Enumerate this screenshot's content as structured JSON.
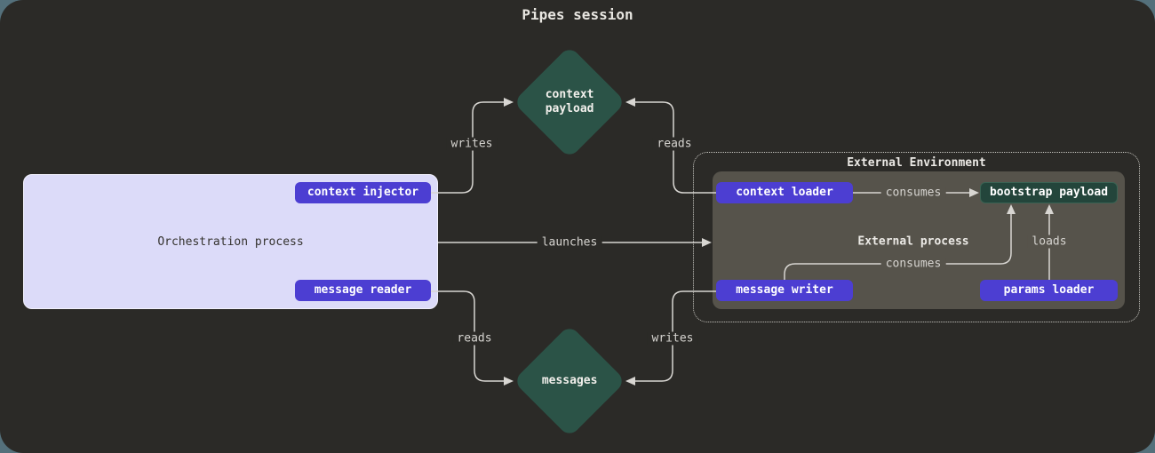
{
  "title": "Pipes session",
  "orchestration": {
    "label": "Orchestration process",
    "context_injector": "context injector",
    "message_reader": "message reader"
  },
  "external_environment": {
    "label": "External Environment",
    "process_label": "External process",
    "context_loader": "context loader",
    "bootstrap_payload": "bootstrap payload",
    "message_writer": "message writer",
    "params_loader": "params loader"
  },
  "nodes": {
    "context_payload": {
      "line1": "context",
      "line2": "payload"
    },
    "messages": "messages"
  },
  "edges": {
    "writes_top": "writes",
    "reads_top": "reads",
    "launches": "launches",
    "reads_bottom": "reads",
    "writes_bottom": "writes",
    "consumes_top": "consumes",
    "consumes_bottom": "consumes",
    "loads": "loads"
  },
  "colors": {
    "page_background": "#54707B",
    "canvas_background": "#2B2A27",
    "accent_purple": "#4C3ED2",
    "node_green": "#2B5347",
    "payload_green": "#23453B",
    "process_gray": "#56534B",
    "orchestration_lavender": "#DCDBF9",
    "line_gray": "#D8D6D2"
  }
}
